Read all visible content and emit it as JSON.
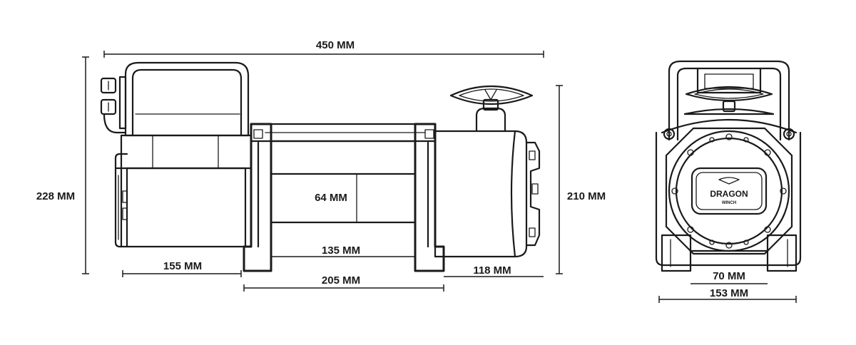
{
  "dimensions": {
    "overall_length": "450 MM",
    "overall_height": "228 MM",
    "motor_length": "155 MM",
    "drum_diameter": "64 MM",
    "drum_length": "135 MM",
    "mount_span": "205 MM",
    "gearbox_length": "118 MM",
    "gearbox_height": "210 MM",
    "front_mount_width": "70 MM",
    "front_overall_width": "153 MM"
  },
  "logo": {
    "brand": "DRAGON",
    "sub": "WINCH"
  }
}
